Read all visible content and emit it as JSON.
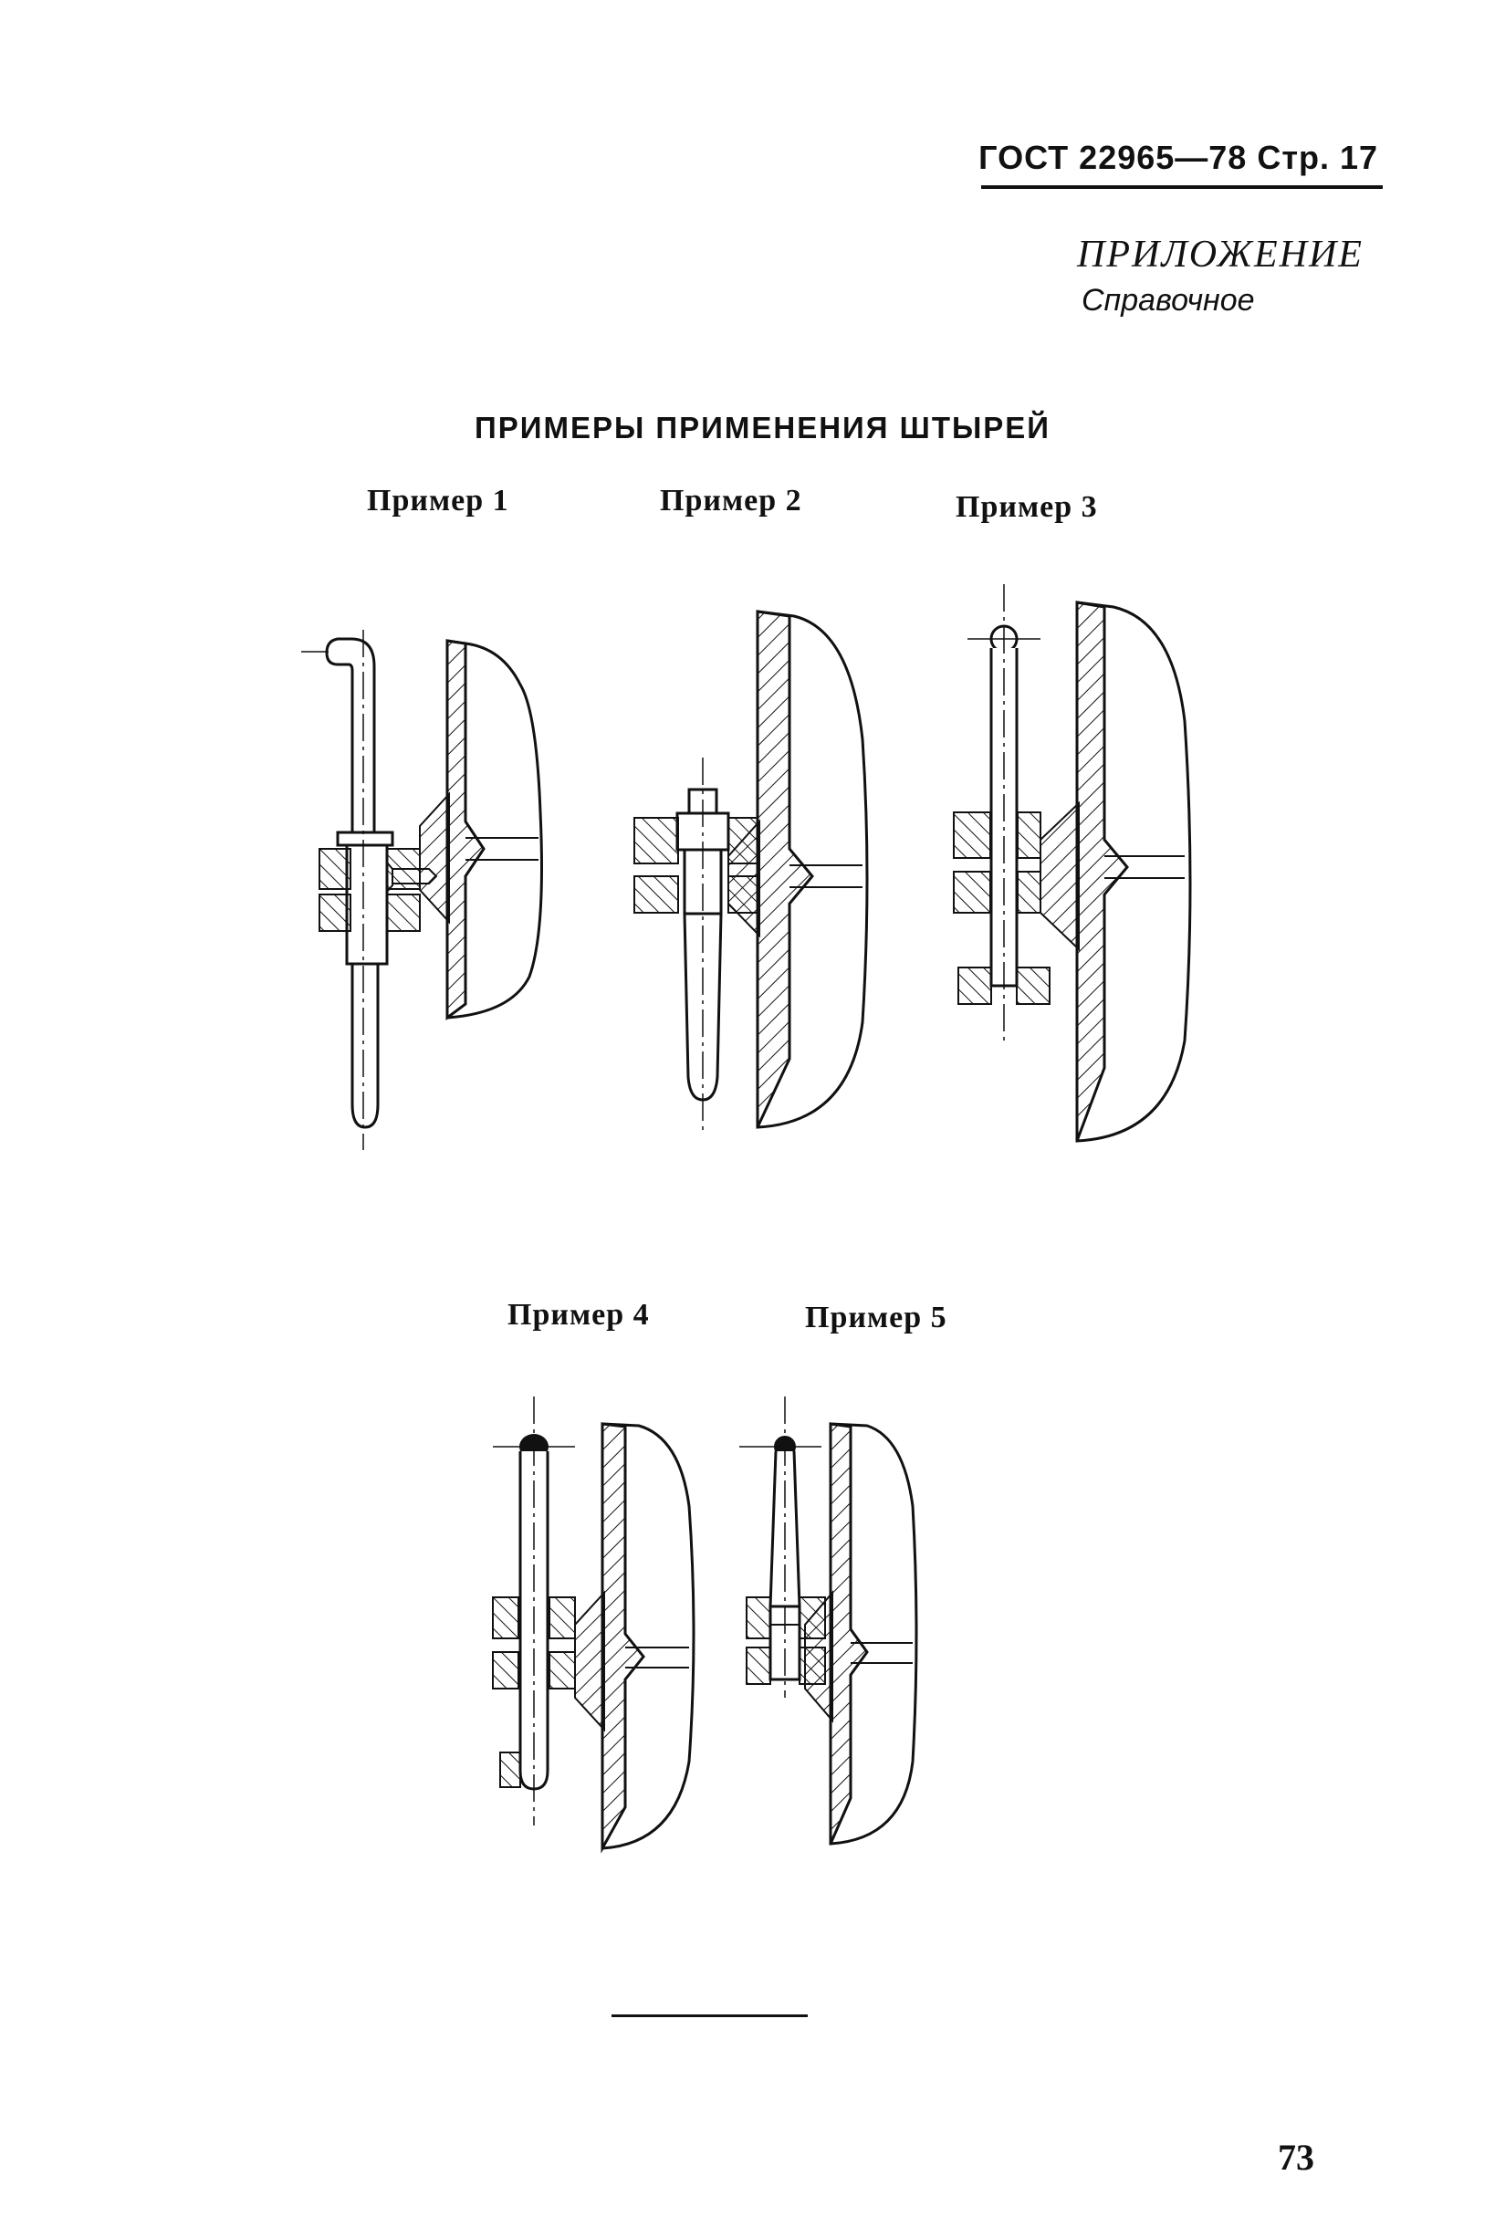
{
  "header": {
    "standard": "ГОСТ 22965—78 Стр. 17"
  },
  "appendix": {
    "title": "ПРИЛОЖЕНИЕ",
    "subtitle": "Справочное"
  },
  "section_title": "ПРИМЕРЫ ПРИМЕНЕНИЯ ШТЫРЕЙ",
  "examples": [
    {
      "label": "Пример 1"
    },
    {
      "label": "Пример 2"
    },
    {
      "label": "Пример 3"
    },
    {
      "label": "Пример 4"
    },
    {
      "label": "Пример 5"
    }
  ],
  "page_number": "73"
}
